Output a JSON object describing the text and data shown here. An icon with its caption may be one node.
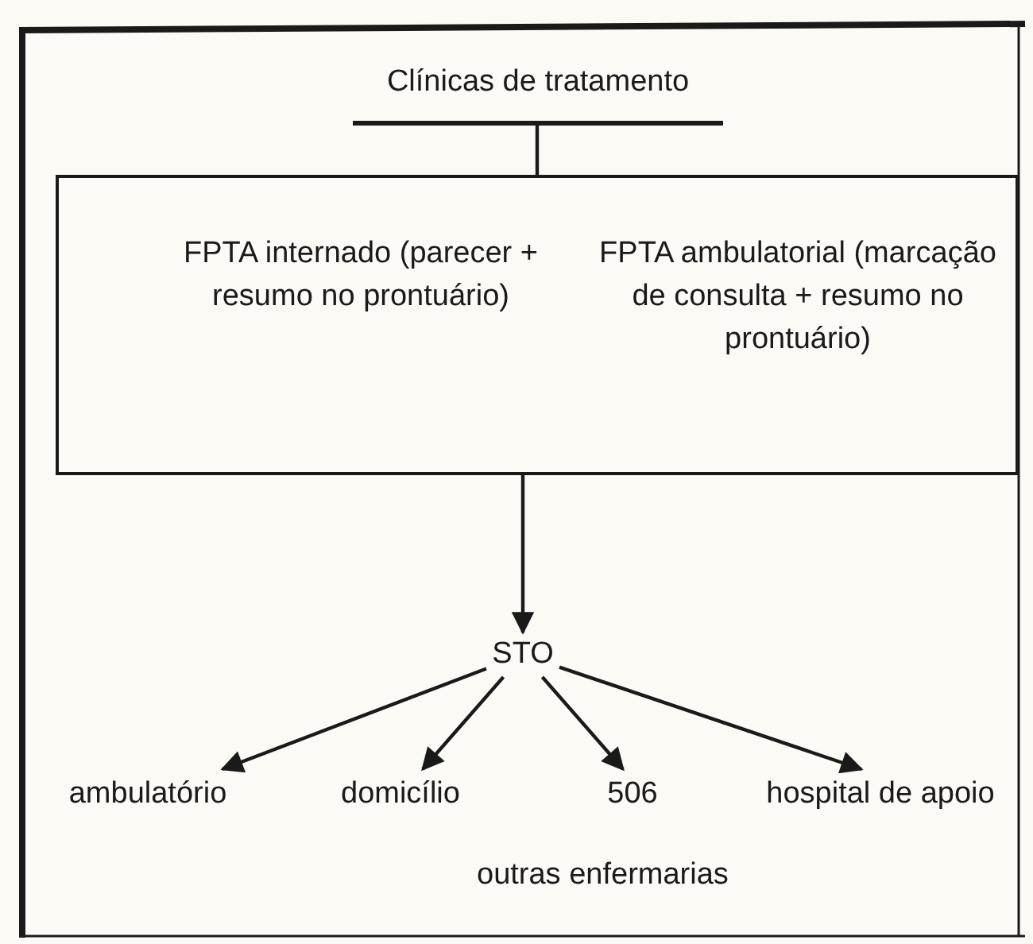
{
  "diagram": {
    "nodes": [
      {
        "text": [
          "Clínicas de tratamento"
        ]
      },
      {
        "text": [
          "FPTA internado (parecer + resumo no prontuário)",
          "FPTA ambulatorial (marcação de consulta + resumo no prontuário)"
        ]
      },
      {
        "text": [
          "STO"
        ]
      },
      {
        "text": [
          "ambulatório"
        ]
      },
      {
        "text": [
          "domicílio"
        ]
      },
      {
        "text": [
          "506"
        ]
      },
      {
        "text": [
          "hospital de apoio"
        ]
      }
    ],
    "edges": [
      {
        "from": 0,
        "to": 1,
        "arrow": "none"
      },
      {
        "from": 1,
        "to": 2,
        "arrow": "to"
      },
      {
        "from": 2,
        "to": 3,
        "arrow": "to"
      },
      {
        "from": 2,
        "to": 4,
        "arrow": "to"
      },
      {
        "from": 2,
        "to": 5,
        "arrow": "to"
      },
      {
        "from": 2,
        "to": 6,
        "arrow": "to"
      }
    ],
    "labels": [
      "outras enfermarias"
    ]
  }
}
